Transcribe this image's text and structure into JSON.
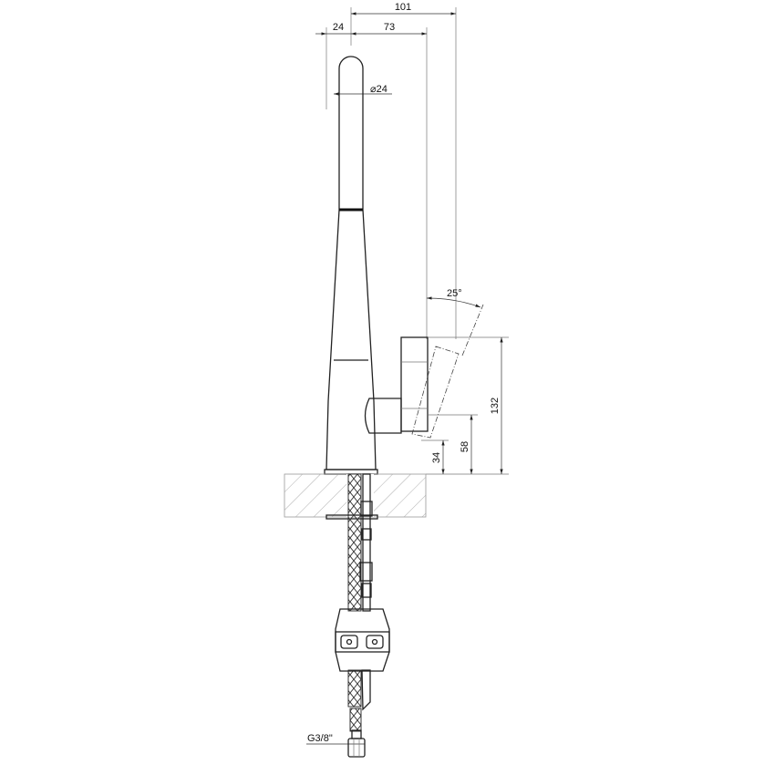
{
  "dimensions": {
    "overall_reach": "101",
    "spout_offset": "24",
    "spout_to_handle": "73",
    "spout_diameter": "⌀24",
    "handle_angle": "25°",
    "handle_height": "132",
    "hub_height": "58",
    "base_height": "34",
    "connection_thread": "G3/8\""
  },
  "colors": {
    "line": "#222222",
    "hatch": "#999999"
  }
}
